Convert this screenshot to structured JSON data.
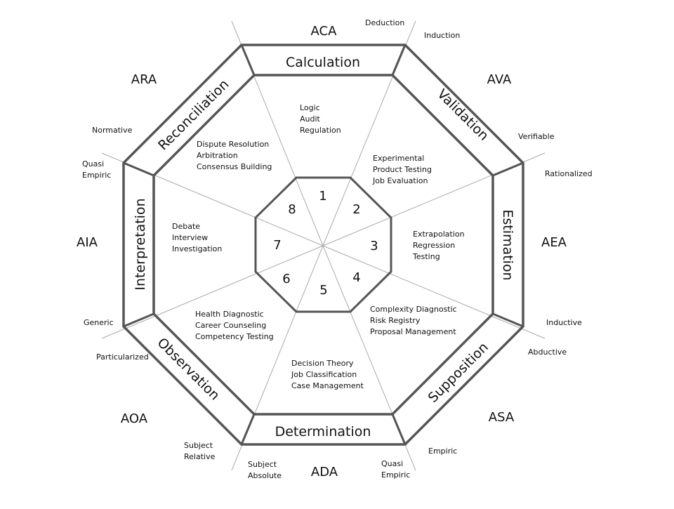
{
  "diagram": {
    "band_labels": {
      "top": "Calculation",
      "upper_right": "Validation",
      "right": "Estimation",
      "lower_right": "Supposition",
      "bottom": "Determination",
      "lower_left": "Observation",
      "left": "Interpretation",
      "upper_left": "Reconciliation"
    },
    "outer_codes": {
      "top": "ACA",
      "upper_right": "AVA",
      "right": "AEA",
      "lower_right": "ASA",
      "bottom": "ADA",
      "lower_left": "AOA",
      "left": "AIA",
      "upper_left": "ARA"
    },
    "spoke_labels": {
      "deduction": "Deduction",
      "induction": "Induction",
      "verifiable": "Verifiable",
      "rationalized": "Rationalized",
      "inductive": "Inductive",
      "abductive": "Abductive",
      "empiric": "Empiric",
      "quasi_empiric_bottom": [
        "Quasi",
        "Empiric"
      ],
      "subject_absolute": [
        "Subject",
        "Absolute"
      ],
      "subject_relative": [
        "Subject",
        "Relative"
      ],
      "particularized": "Particularized",
      "generic": "Generic",
      "quasi_empiric_left": [
        "Quasi",
        "Empiric"
      ],
      "normative": "Normative"
    },
    "segments": {
      "top": [
        "Logic",
        "Audit",
        "Regulation"
      ],
      "upper_right": [
        "Experimental",
        "Product Testing",
        "Job Evaluation"
      ],
      "right": [
        "Extrapolation",
        "Regression",
        "Testing"
      ],
      "lower_right": [
        "Complexity Diagnostic",
        "Risk Registry",
        "Proposal Management"
      ],
      "bottom": [
        "Decision Theory",
        "Job Classification",
        "Case Management"
      ],
      "lower_left": [
        "Health Diagnostic",
        "Career Counseling",
        "Competency  Testing"
      ],
      "left": [
        "Debate",
        "Interview",
        "Investigation"
      ],
      "upper_left": [
        "Dispute Resolution",
        "Arbitration",
        "Consensus Building"
      ]
    },
    "numbers": [
      "1",
      "2",
      "3",
      "4",
      "5",
      "6",
      "7",
      "8"
    ]
  }
}
